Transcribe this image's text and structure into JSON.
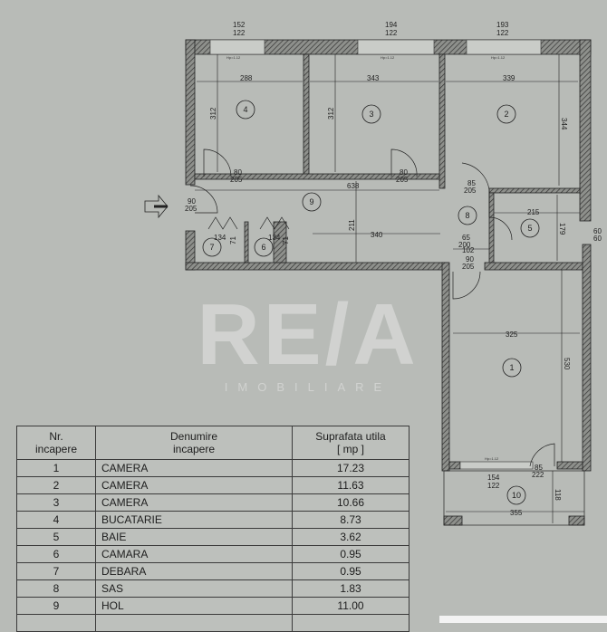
{
  "windows": [
    {
      "top": "152",
      "bottom": "122"
    },
    {
      "top": "194",
      "bottom": "122"
    },
    {
      "top": "193",
      "bottom": "122"
    },
    {
      "top": "154",
      "bottom": "122"
    }
  ],
  "sill_label": "Hp=1.12",
  "rooms": {
    "r1": "1",
    "r2": "2",
    "r3": "3",
    "r4": "4",
    "r5": "5",
    "r6": "6",
    "r7": "7",
    "r8": "8",
    "r9": "9",
    "r10": "10"
  },
  "dimensions": {
    "d288": "288",
    "d343": "343",
    "d339": "339",
    "d312a": "312",
    "d312b": "312",
    "d344": "344",
    "d638": "638",
    "d211": "211",
    "d340": "340",
    "d215": "215",
    "d179": "179",
    "d102": "102",
    "d134a": "134",
    "d134b": "134",
    "d71a": "71",
    "d71b": "71",
    "d325": "325",
    "d530": "530",
    "d355": "355",
    "d118": "118",
    "vent_top": "60",
    "vent_bottom": "60"
  },
  "doors": [
    {
      "w": "80",
      "h": "205"
    },
    {
      "w": "80",
      "h": "205"
    },
    {
      "w": "85",
      "h": "205"
    },
    {
      "w": "90",
      "h": "205"
    },
    {
      "w": "65",
      "h": "200"
    },
    {
      "w": "90",
      "h": "205"
    },
    {
      "w": "85",
      "h": "222"
    }
  ],
  "watermark": {
    "logo": "RE/A",
    "sub": "IMOBILIARE"
  },
  "table": {
    "headers": [
      [
        "Nr.",
        "incapere"
      ],
      [
        "Denumire",
        "incapere"
      ],
      [
        "Suprafata utila",
        "[ mp ]"
      ]
    ],
    "rows": [
      {
        "nr": "1",
        "name": "CAMERA",
        "area": "17.23"
      },
      {
        "nr": "2",
        "name": "CAMERA",
        "area": "11.63"
      },
      {
        "nr": "3",
        "name": "CAMERA",
        "area": "10.66"
      },
      {
        "nr": "4",
        "name": "BUCATARIE",
        "area": "8.73"
      },
      {
        "nr": "5",
        "name": "BAIE",
        "area": "3.62"
      },
      {
        "nr": "6",
        "name": "CAMARA",
        "area": "0.95"
      },
      {
        "nr": "7",
        "name": "DEBARA",
        "area": "0.95"
      },
      {
        "nr": "8",
        "name": "SAS",
        "area": "1.83"
      },
      {
        "nr": "9",
        "name": "HOL",
        "area": "11.00"
      }
    ]
  }
}
